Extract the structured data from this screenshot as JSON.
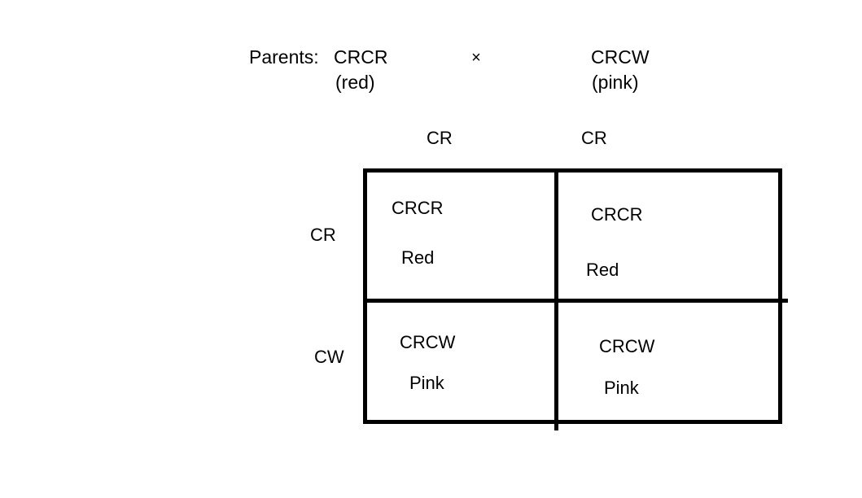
{
  "diagram": {
    "type": "punnett-square",
    "cross": {
      "label": "Parents:",
      "operator": "×",
      "parent_one": {
        "genotype": "CRCR",
        "phenotype": "(red)"
      },
      "parent_two": {
        "genotype": "CRCW",
        "phenotype": "(pink)"
      }
    },
    "column_gametes": [
      "CR",
      "CR"
    ],
    "row_gametes": [
      "CR",
      "CW"
    ],
    "cells": [
      [
        {
          "genotype": "CRCR",
          "phenotype": "Red"
        },
        {
          "genotype": "CRCR",
          "phenotype": "Red"
        }
      ],
      [
        {
          "genotype": "CRCW",
          "phenotype": "Pink"
        },
        {
          "genotype": "CRCW",
          "phenotype": "Pink"
        }
      ]
    ],
    "colors": {
      "background": "#ffffff",
      "ink": "#000000"
    }
  }
}
